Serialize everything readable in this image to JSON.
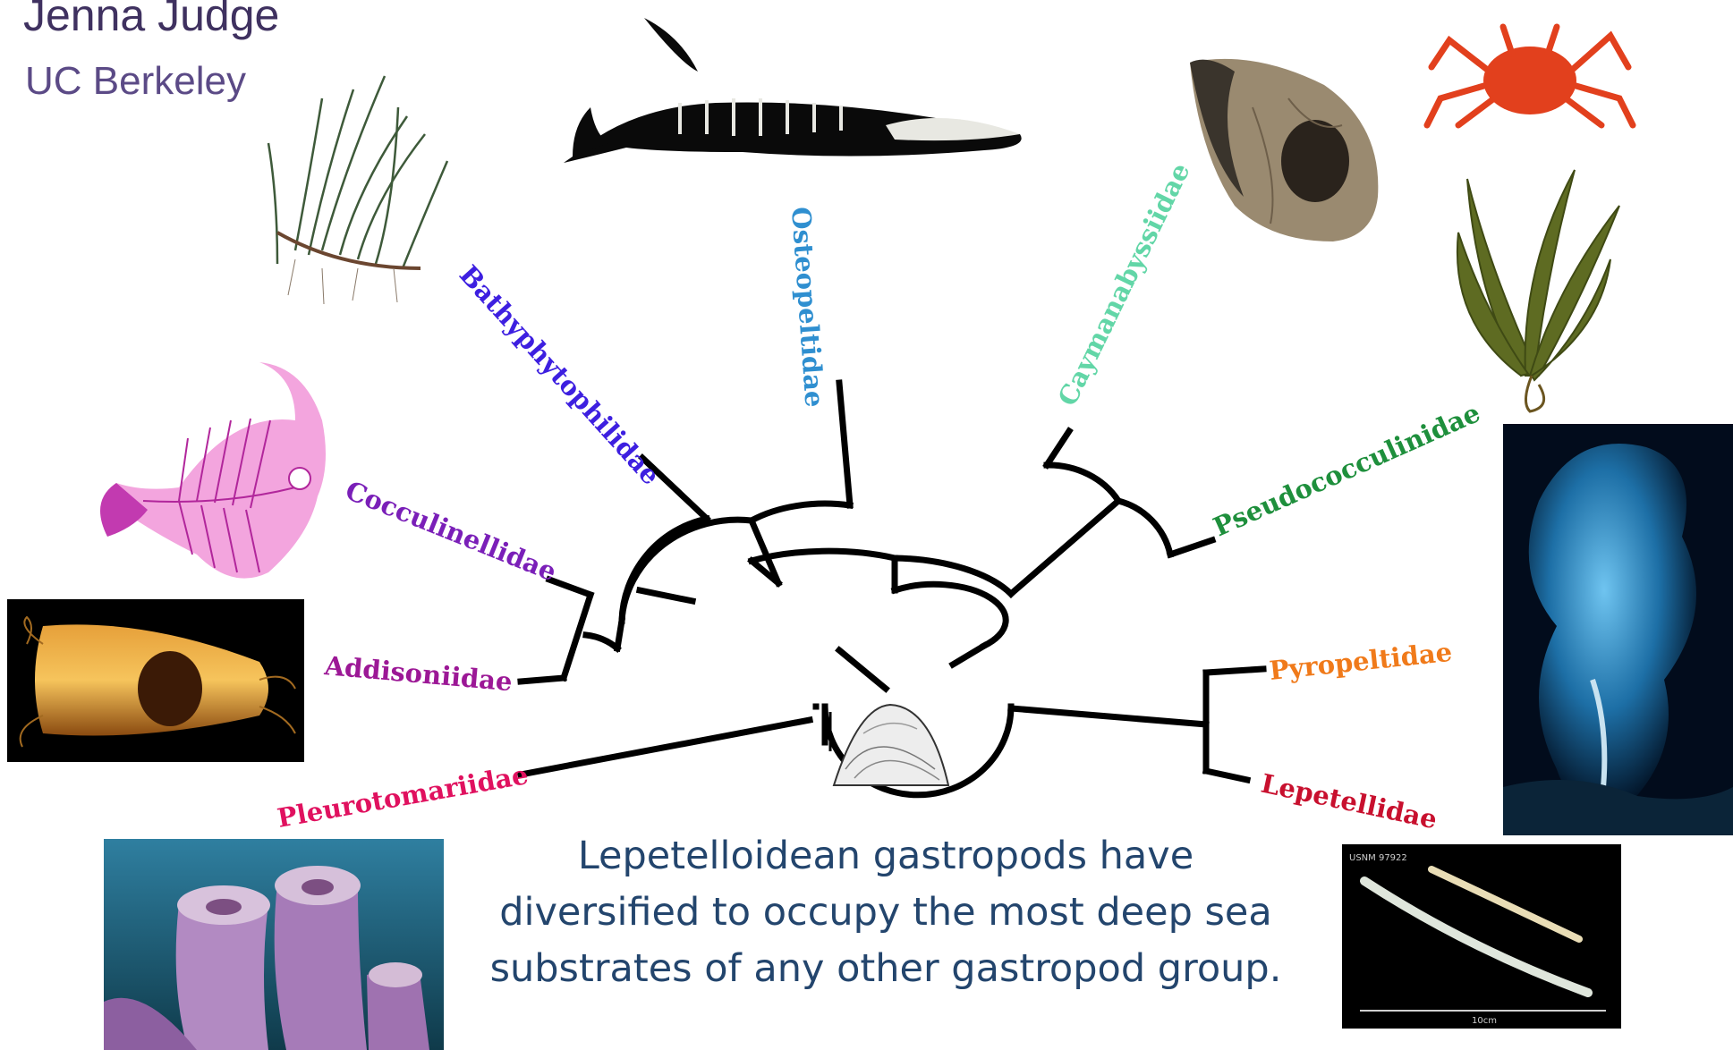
{
  "author": "Jenna Judge",
  "affiliation": "UC Berkeley",
  "caption": "Lepetelloidean gastropods have diversified to occupy the most deep sea substrates of any other gastropod group.",
  "taxa": [
    {
      "name": "Pleurotomariidae",
      "color": "#e0115f",
      "icon": "tube-sponge-photo"
    },
    {
      "name": "Addisoniidae",
      "color": "#9c1896",
      "icon": "shark-egg-case-photo"
    },
    {
      "name": "Cocculinellidae",
      "color": "#7a1fb8",
      "icon": "fish-skeleton-photo"
    },
    {
      "name": "Bathyphytophilidae",
      "color": "#3d1fe0",
      "icon": "seagrass-illustration"
    },
    {
      "name": "Osteopeltidae",
      "color": "#2f8fd0",
      "icon": "whale-skeleton-illustration"
    },
    {
      "name": "Caymanabyssiidae",
      "color": "#62d6a7",
      "icon": "sunken-wood-photo"
    },
    {
      "name": "Pseudococculinidae",
      "color": "#1e8f3c",
      "icon": "kelp-and-crab-images"
    },
    {
      "name": "Pyropeltidae",
      "color": "#f07a1a",
      "icon": "hydrothermal-vent-photo"
    },
    {
      "name": "Lepetellidae",
      "color": "#c8102e",
      "icon": "worm-tube-photo"
    }
  ],
  "tube_photo_label": "10cm",
  "tube_photo_specimen": "USNM 97922"
}
